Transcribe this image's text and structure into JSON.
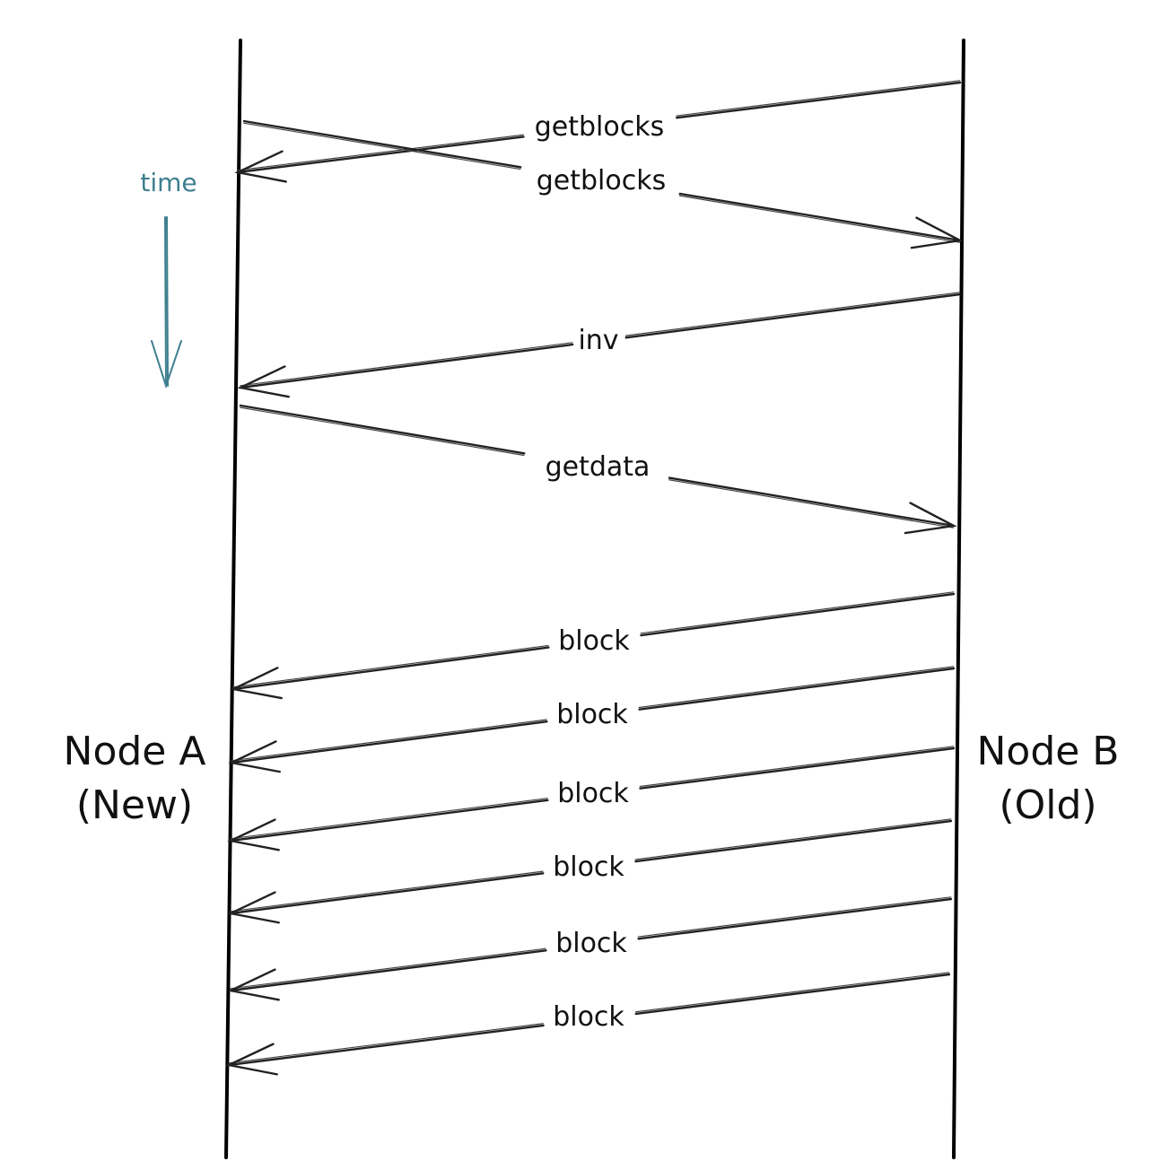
{
  "diagram": {
    "nodes": {
      "a": {
        "name": "Node A",
        "sub": "(New)"
      },
      "b": {
        "name": "Node B",
        "sub": "(Old)"
      }
    },
    "time_label": "time",
    "messages": [
      {
        "label": "getblocks",
        "from": "b",
        "to": "a"
      },
      {
        "label": "getblocks",
        "from": "a",
        "to": "b"
      },
      {
        "label": "inv",
        "from": "b",
        "to": "a"
      },
      {
        "label": "getdata",
        "from": "a",
        "to": "b"
      },
      {
        "label": "block",
        "from": "b",
        "to": "a"
      },
      {
        "label": "block",
        "from": "b",
        "to": "a"
      },
      {
        "label": "block",
        "from": "b",
        "to": "a"
      },
      {
        "label": "block",
        "from": "b",
        "to": "a"
      },
      {
        "label": "block",
        "from": "b",
        "to": "a"
      },
      {
        "label": "block",
        "from": "b",
        "to": "a"
      }
    ],
    "colors": {
      "ink": "#111111",
      "time": "#3f7f8f"
    }
  }
}
